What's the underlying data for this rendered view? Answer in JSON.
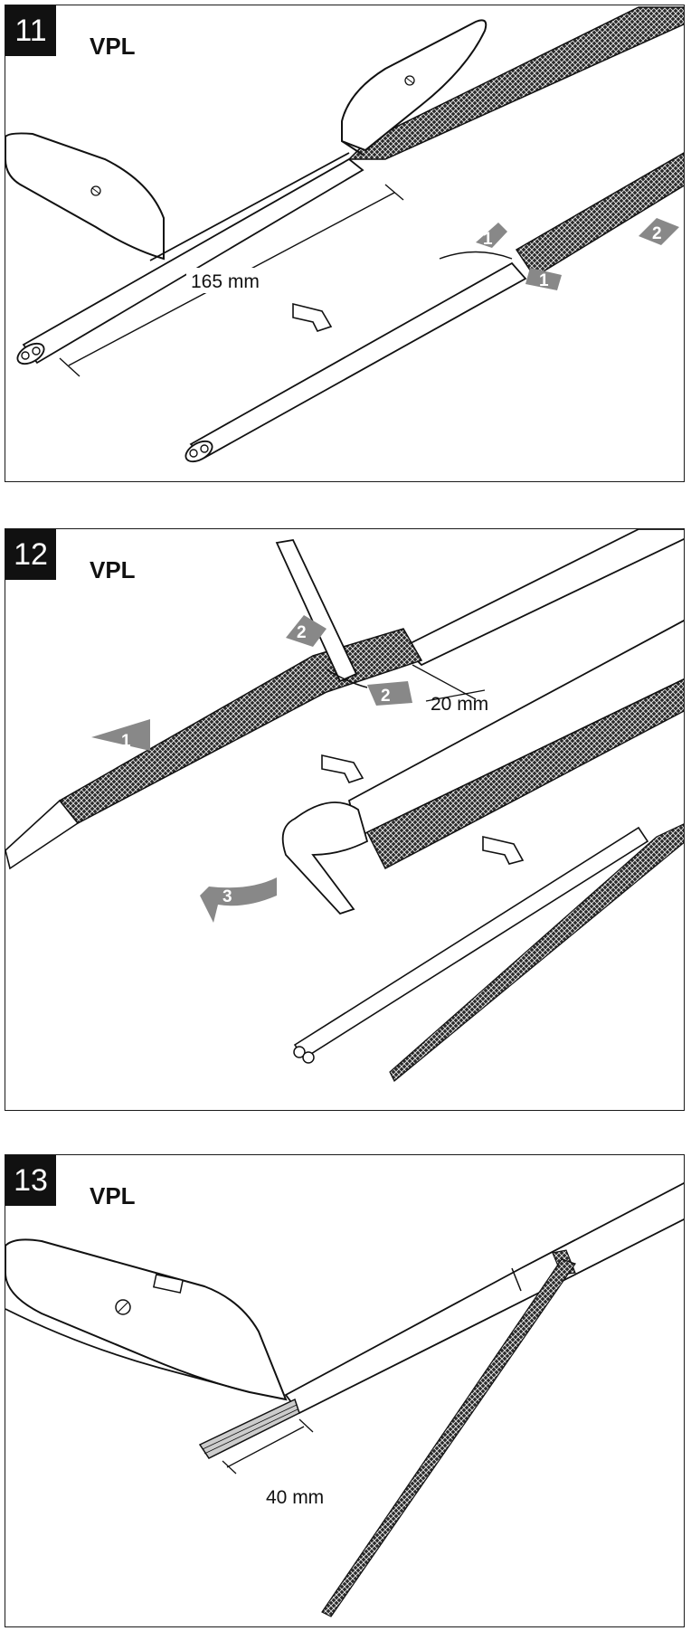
{
  "steps": [
    {
      "number": "11",
      "label": "VPL",
      "dimension": "165 mm",
      "arrows": [
        "1",
        "2",
        "1"
      ]
    },
    {
      "number": "12",
      "label": "VPL",
      "dimension": "20 mm",
      "arrows": [
        "1",
        "2",
        "2",
        "3"
      ]
    },
    {
      "number": "13",
      "label": "VPL",
      "dimension": "40 mm"
    }
  ]
}
